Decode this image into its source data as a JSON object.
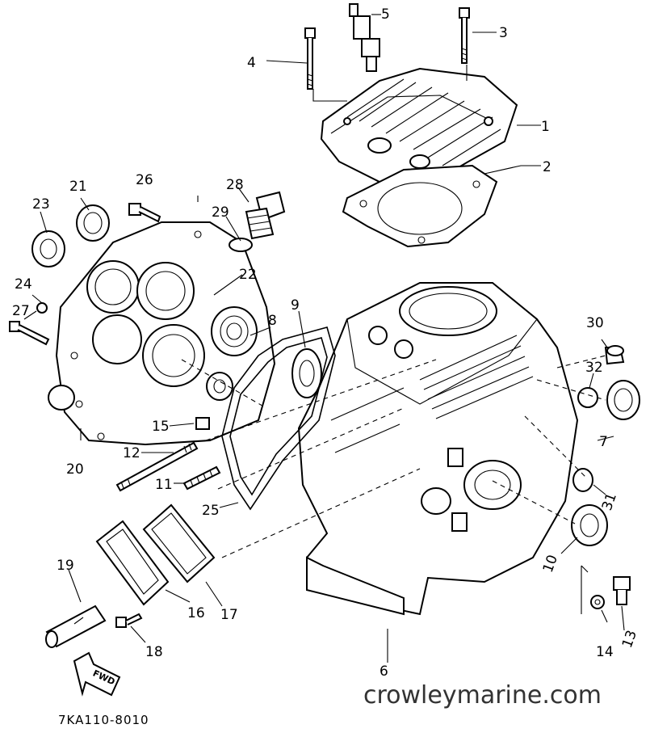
{
  "diagram": {
    "callouts": [
      "1",
      "2",
      "3",
      "4",
      "5",
      "6",
      "7",
      "8",
      "9",
      "10",
      "11",
      "12",
      "13",
      "14",
      "15",
      "16",
      "17",
      "18",
      "19",
      "20",
      "21",
      "22",
      "23",
      "24",
      "25",
      "26",
      "27",
      "28",
      "29",
      "30",
      "31",
      "32"
    ],
    "fwd_label": "FWD",
    "part_code": "7KA110-8010",
    "watermark": "crowleymarine.com"
  }
}
